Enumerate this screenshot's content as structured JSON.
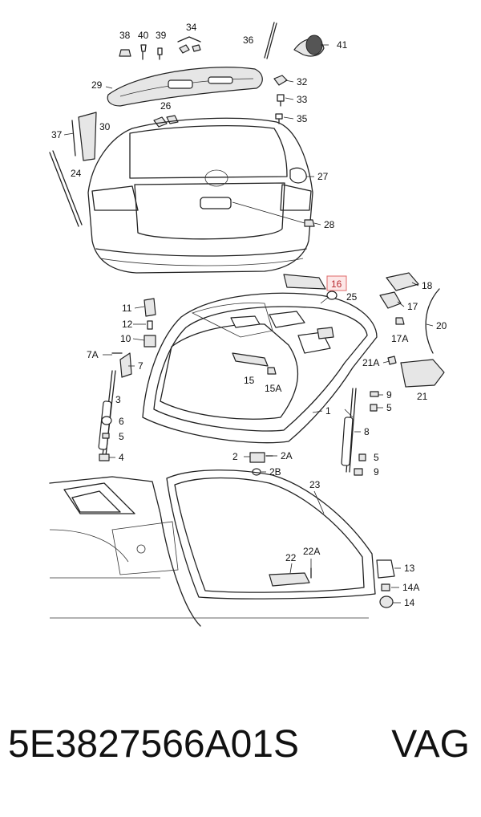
{
  "callouts": [
    "38",
    "40",
    "39",
    "34",
    "36",
    "41",
    "29",
    "32",
    "33",
    "35",
    "26",
    "37",
    "30",
    "24",
    "27",
    "28",
    "16",
    "25",
    "18",
    "11",
    "17",
    "12",
    "20",
    "10",
    "17A",
    "7A",
    "7",
    "15",
    "15A",
    "21A",
    "21",
    "3",
    "9",
    "1",
    "5",
    "6",
    "5",
    "8",
    "4",
    "2",
    "2A",
    "5",
    "2B",
    "9",
    "23",
    "22",
    "22A",
    "13",
    "14A",
    "14"
  ],
  "highlighted_callout": "16",
  "caption": {
    "part_number": "5E3827566A01S",
    "brand": "VAG"
  }
}
